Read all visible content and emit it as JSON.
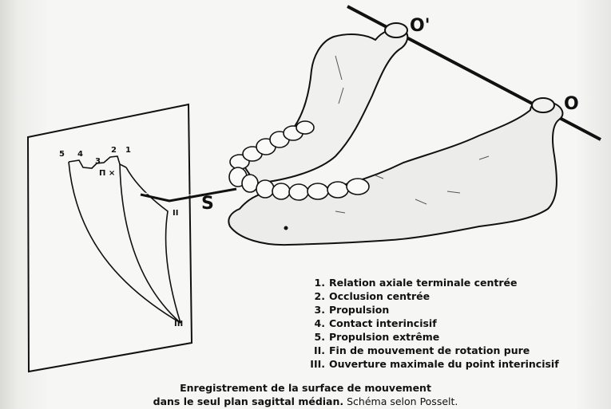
{
  "diagram": {
    "curve_points": {
      "p5": "5",
      "p4": "4",
      "p3": "3",
      "p2": "2",
      "p1": "1",
      "mark": "Π ×",
      "pII": "II",
      "pIII": "III"
    },
    "condyle_labels": {
      "upper": "O'",
      "lower": "O"
    },
    "stylus_label": "S"
  },
  "legend": [
    {
      "num": "1.",
      "text": "Relation axiale terminale centrée"
    },
    {
      "num": "2.",
      "text": "Occlusion centrée"
    },
    {
      "num": "3.",
      "text": "Propulsion"
    },
    {
      "num": "4.",
      "text": "Contact interincisif"
    },
    {
      "num": "5.",
      "text": "Propulsion extrême"
    },
    {
      "num": "II.",
      "text": "Fin de mouvement de rotation pure"
    },
    {
      "num": "III.",
      "text": "Ouverture maximale du point interincisif"
    }
  ],
  "caption": {
    "line1": "Enregistrement de la surface de mouvement",
    "line2_bold": "dans le seul plan sagittal médian.",
    "line2_rest": " Schéma selon  Posselt."
  }
}
